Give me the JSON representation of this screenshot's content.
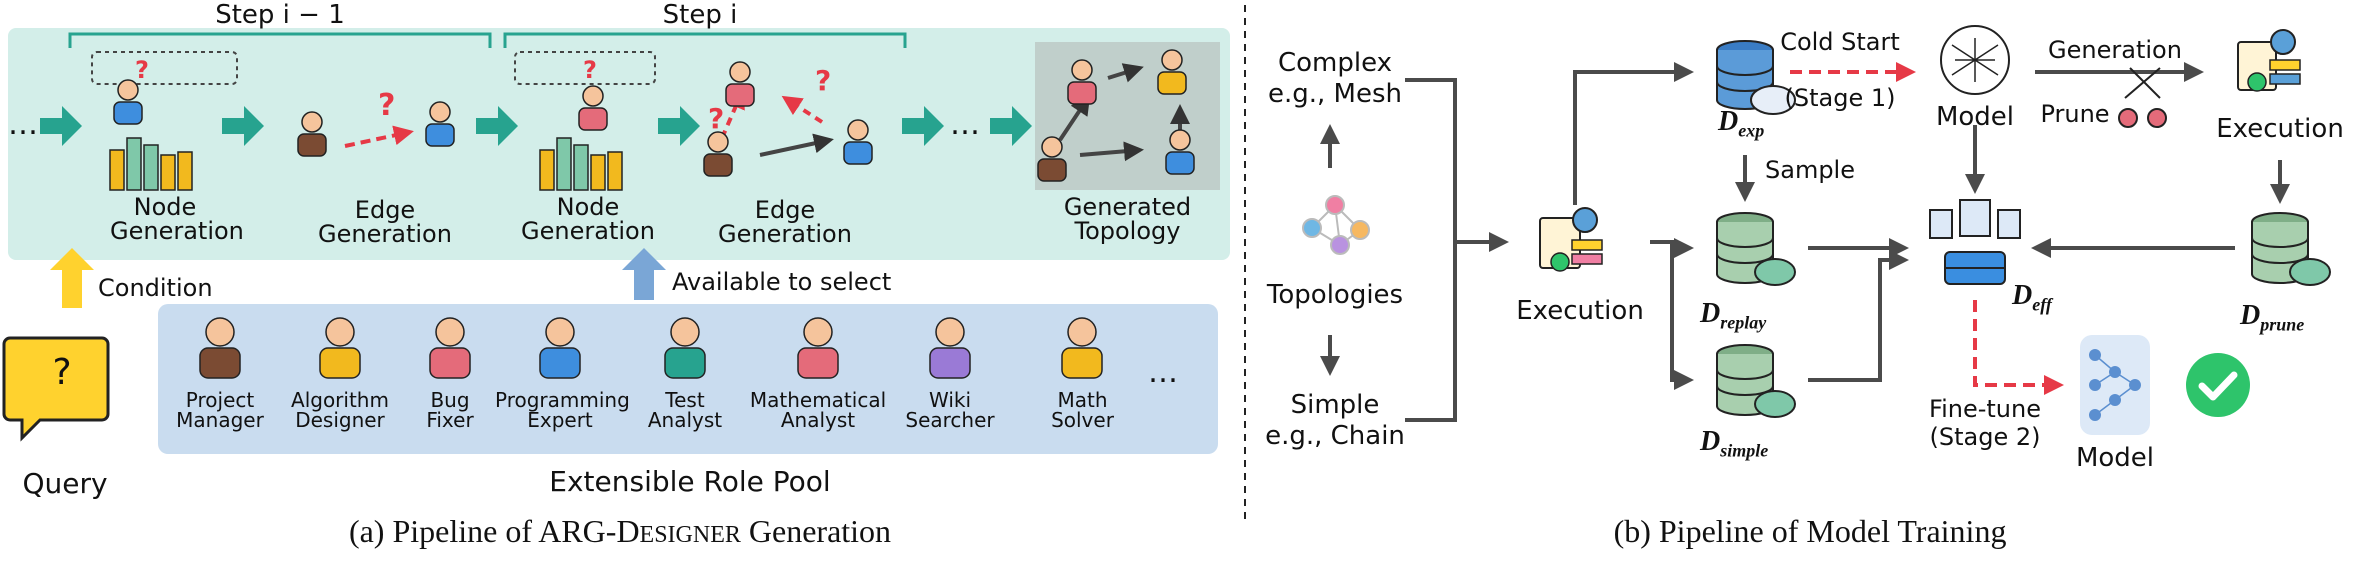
{
  "panel_a": {
    "steps": {
      "prev": "Step i − 1",
      "curr": "Step i"
    },
    "stages": [
      "Node Generation",
      "Edge Generation",
      "Node Generation",
      "Edge Generation",
      "Generated Topology"
    ],
    "stage_lines": [
      [
        "Node",
        "Generation"
      ],
      [
        "Edge",
        "Generation"
      ],
      [
        "Node",
        "Generation"
      ],
      [
        "Edge",
        "Generation"
      ],
      [
        "Generated",
        "Topology"
      ]
    ],
    "condition": "Condition",
    "available": "Available to select",
    "query": "Query",
    "query_mark": "?",
    "pool_title": "Extensible Role Pool",
    "roles": [
      [
        "Project",
        "Manager"
      ],
      [
        "Algorithm",
        "Designer"
      ],
      [
        "Bug",
        "Fixer"
      ],
      [
        "Programming",
        "Expert"
      ],
      [
        "Test",
        "Analyst"
      ],
      [
        "Mathematical",
        "Analyst"
      ],
      [
        "Wiki",
        "Searcher"
      ],
      [
        "Math",
        "Solver"
      ]
    ],
    "ellipsis": "…",
    "caption_prefix": "(a) Pipeline of ARG-D",
    "caption_smallcaps": "ESIGNER",
    "caption_suffix": " Generation"
  },
  "panel_b": {
    "complex": [
      "Complex",
      "e.g., Mesh"
    ],
    "topologies": "Topologies",
    "simple": [
      "Simple",
      "e.g., Chain"
    ],
    "execution_left": "Execution",
    "d_exp": "D",
    "d_exp_sub": "exp",
    "cold_start": "Cold Start",
    "stage1": "(Stage 1)",
    "model_top": "Model",
    "generation": "Generation",
    "prune": "Prune",
    "execution_right": "Execution",
    "sample": "Sample",
    "d_replay_sub": "replay",
    "d_eff_sub": "eff",
    "d_prune_sub": "prune",
    "d_simple_sub": "simple",
    "fine_tune": "Fine-tune",
    "stage2": "(Stage 2)",
    "model_bottom": "Model",
    "caption": "(b) Pipeline of Model Training"
  },
  "colors": {
    "teal_bg": "#d3eee9",
    "blue_bg": "#c9dcef",
    "arrow_teal": "#27a38f",
    "arrow_gray": "#4b4b4b",
    "red_dash": "#e63946",
    "yellow": "#ffd22e",
    "db_green": "#8fb996",
    "check_green": "#2ec46b"
  }
}
